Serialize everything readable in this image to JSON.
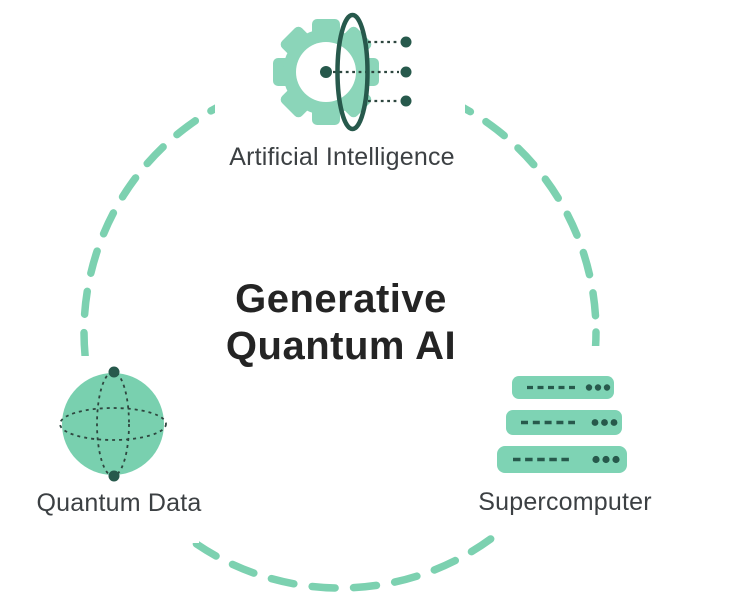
{
  "title": {
    "line1": "Generative",
    "line2": "Quantum AI"
  },
  "nodes": {
    "ai": {
      "label": "Artificial Intelligence",
      "icon": "gear-orbit-icon"
    },
    "quantum_data": {
      "label": "Quantum Data",
      "icon": "bloch-sphere-icon"
    },
    "supercomputer": {
      "label": "Supercomputer",
      "icon": "server-stack-icon"
    }
  },
  "colors": {
    "background": "#FFFFFF",
    "dashed_circle": "#7CD1B0",
    "gear": "#8BD5B9",
    "sphere": "#79D0AF",
    "server": "#7ED3B4",
    "dark_teal": "#27594C",
    "dotted_line": "#2E463F",
    "label_text": "#3C4043",
    "title_text": "#242424"
  }
}
